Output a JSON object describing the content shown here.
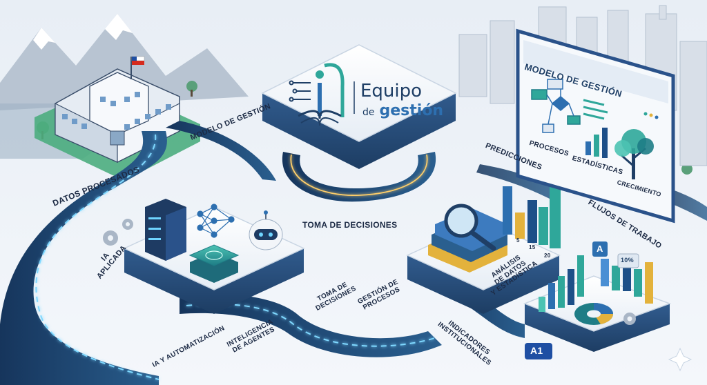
{
  "logo": {
    "line1": "Equipo",
    "line2_prefix": "de",
    "line2_main": "gestión"
  },
  "labels": {
    "modelo_gestion_road": "MODELO DE GESTIÓN",
    "datos_procesados": "DATOS PROCESADOS",
    "ia_aplicada_1": "IA",
    "ia_aplicada_2": "APLICADA",
    "toma_decisiones_center": "TOMA DE DECISIONES",
    "toma_decisiones_road_1": "TOMA DE",
    "toma_decisiones_road_2": "DECISIONES",
    "gestion_procesos_1": "GESTIÓN DE",
    "gestion_procesos_2": "PROCESOS",
    "ia_automatizacion": "IA Y AUTOMATIZACIÓN",
    "inteligencia_agentes_1": "INTELIGENCIA",
    "inteligencia_agentes_2": "DE AGENTES",
    "indicadores_1": "INDICADORES",
    "indicadores_2": "INSTITUCIONALES",
    "predicciones": "PREDICCIONES",
    "flujos_trabajo": "FLUJOS DE TRABAJO",
    "analisis_1": "ANÁLISIS",
    "analisis_2": "DE DATOS",
    "analisis_3": "Y ESTADÍSTICA"
  },
  "board": {
    "title": "MODELO DE GESTIÓN",
    "procesos": "PROCESOS",
    "estadisticas": "ESTADÍSTICAS",
    "crecimiento": "CRECIMIENTO"
  },
  "chart_ticks": [
    "5",
    "15",
    "20"
  ],
  "badges": {
    "a_badge": "A",
    "a1_badge": "A1",
    "pct_badge": "10%"
  },
  "colors": {
    "accent_blue": "#2d6fb0",
    "road_dark": "#1d3d63",
    "teal": "#2fa79a",
    "yellow": "#e3b23c",
    "light_glow": "#6fd4ff"
  },
  "icons": [
    "school-building-icon",
    "chile-flag-icon",
    "server-rack-icon",
    "neural-network-icon",
    "robot-icon",
    "brain-chip-icon",
    "gear-icon",
    "magnifier-icon",
    "book-stack-icon",
    "bar-chart-icon",
    "donut-chart-icon",
    "tree-icon",
    "flowchart-icon",
    "sparkle-icon",
    "city-buildings-icon",
    "mountain-icon"
  ]
}
